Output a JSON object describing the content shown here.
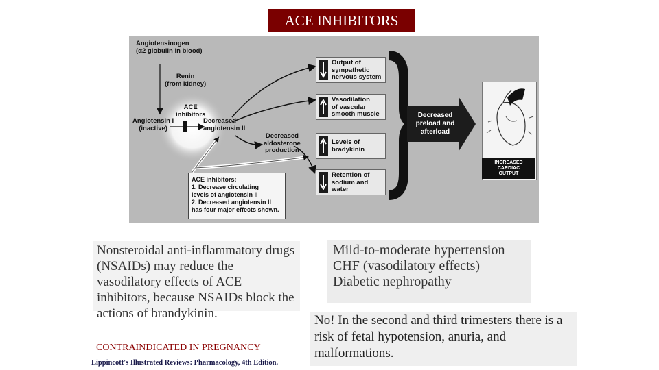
{
  "title": "ACE INHIBITORS",
  "diagram": {
    "angiotensinogen": "Angiotensinogen\n(α2 globulin in blood)",
    "renin": "Renin\n(from kidney)",
    "angiotensin_i": "Angiotensin I\n(inactive)",
    "ace_inhibitors": "ACE\ninhibitors",
    "decreased_angiotensin_ii": "Decreased\nangiotensin II",
    "decreased_aldosterone": "Decreased\naldosterone\nproduction",
    "effects": [
      {
        "text": "Output of\nsympathetic\nnervous system",
        "direction": "down"
      },
      {
        "text": "Vasodilation\nof vascular\nsmooth muscle",
        "direction": "up"
      },
      {
        "text": "Levels of\nbradykinin",
        "direction": "up"
      },
      {
        "text": "Retention of\nsodium and\nwater",
        "direction": "down"
      }
    ],
    "result": "Decreased\npreload and\nafterload",
    "output": "INCREASED\nCARDIAC\nOUTPUT",
    "note": "ACE inhibitors:\n 1. Decrease circulating\n     levels of angiotensin II\n 2. Decreased angiotensin II\n     has four major effects shown."
  },
  "nsaid_text": "Nonsteroidal anti-inflammatory drugs (NSAIDs) may reduce the vasodilatory effects of ACE inhibitors, because NSAIDs block the actions of brandykinin.",
  "uses": [
    "Mild-to-moderate hypertension",
    "CHF (vasodilatory effects)",
    "Diabetic nephropathy"
  ],
  "pregnancy_text": "No! In the second and third trimesters there is a risk of fetal hypotension, anuria, and malformations.",
  "contraindicated": "CONTRAINDICATED IN PREGNANCY",
  "citation": "Lippincott's Illustrated Reviews: Pharmacology, 4th Edition."
}
